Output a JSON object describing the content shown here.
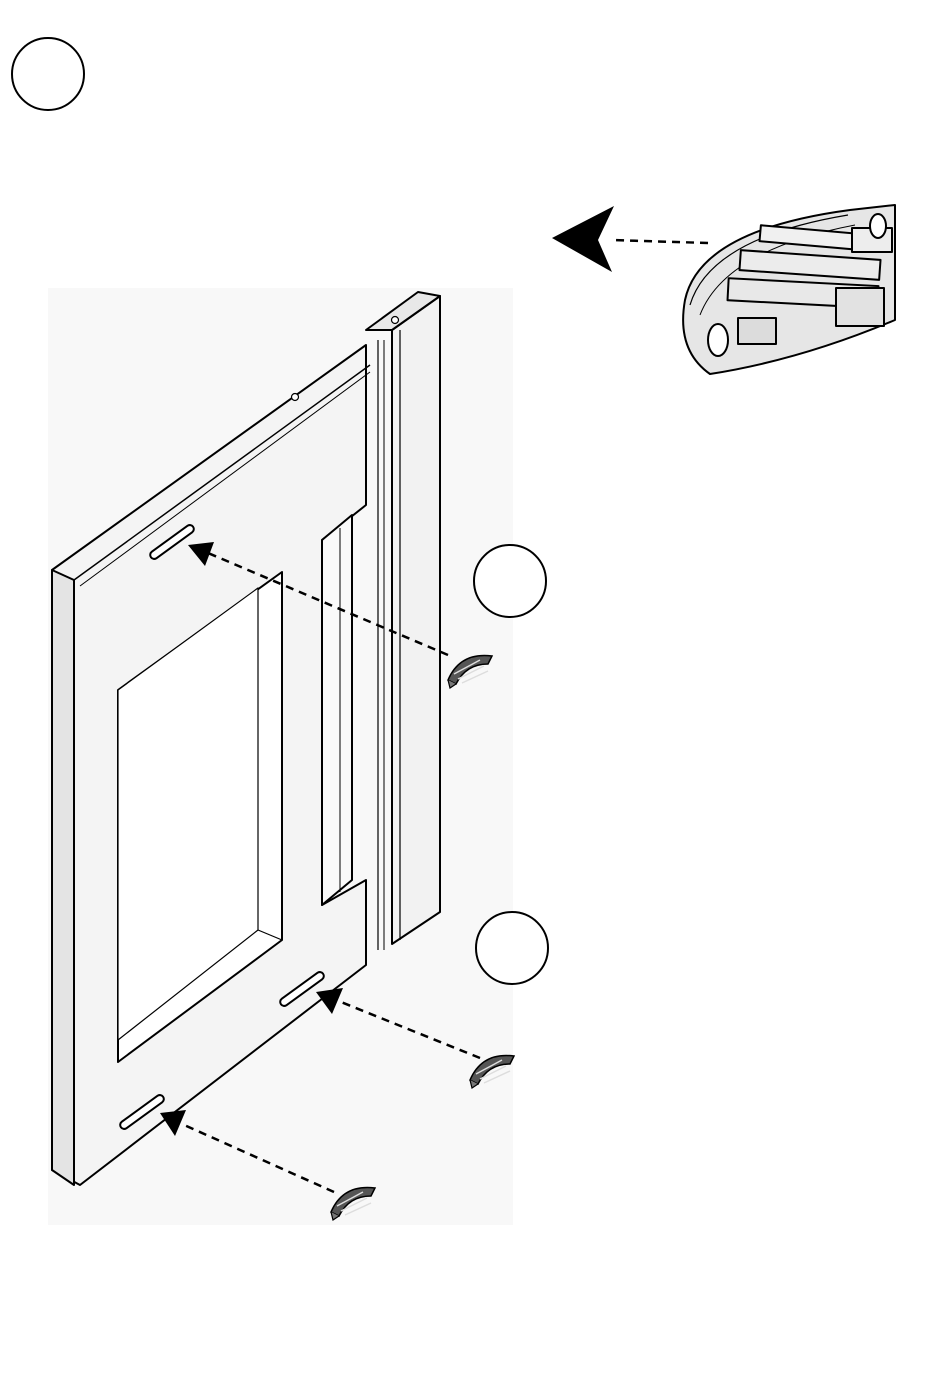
{
  "diagram": {
    "step_number": "",
    "callouts": [
      {
        "id": "A",
        "label": ""
      },
      {
        "id": "B",
        "label": ""
      }
    ],
    "colors": {
      "line": "#000000",
      "panel_face": "#f4f4f4",
      "panel_edge": "#dcdcdc",
      "shadow_area": "#f7f7f7",
      "clip": "#555555",
      "clip_detail": "#e6e6e6"
    },
    "icons": [
      "door-panel-illustration",
      "plastic-clip-icon",
      "clip-detail-icon",
      "arrow-icon"
    ]
  }
}
